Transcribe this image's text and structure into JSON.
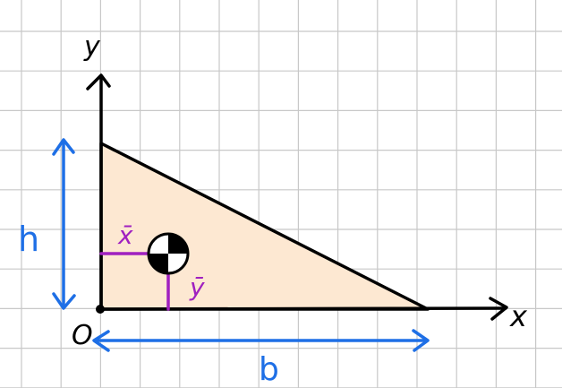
{
  "diagram": {
    "axis_labels": {
      "x": "x",
      "y": "y",
      "origin": "O"
    },
    "dimension_labels": {
      "height": "h",
      "base": "b"
    },
    "centroid_labels": {
      "x_bar": "x̄",
      "y_bar": "ȳ"
    },
    "shape": "right-triangle",
    "colors": {
      "grid": "#c8c8c8",
      "outline": "#000000",
      "fill": "#fde8d2",
      "dimension": "#1e6fe6",
      "centroid": "#a020c0"
    }
  }
}
